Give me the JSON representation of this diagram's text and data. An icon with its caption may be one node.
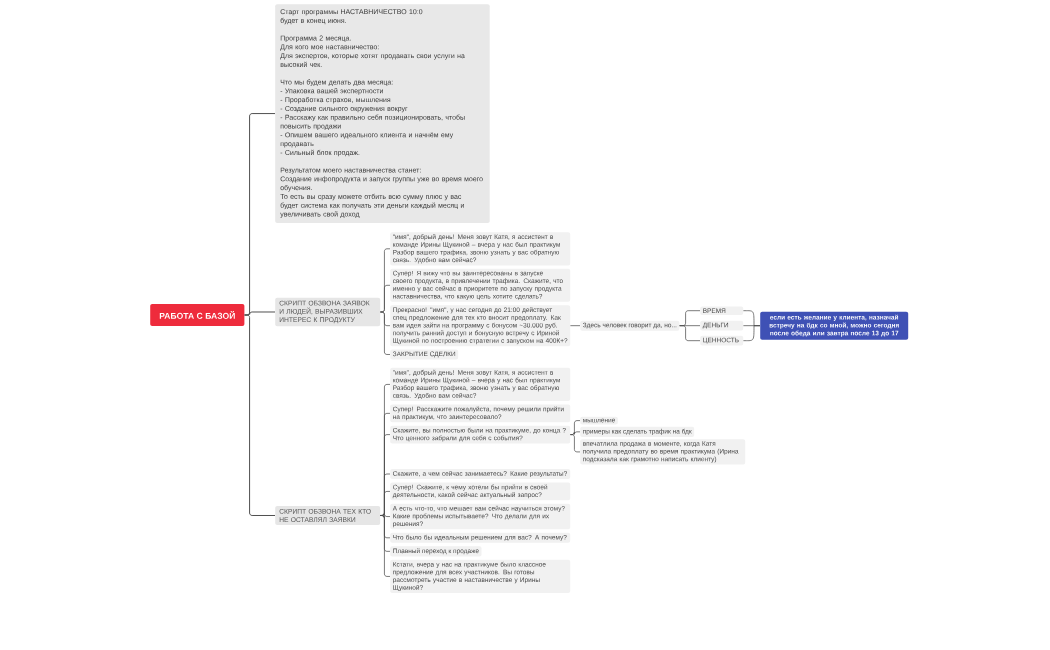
{
  "diagram": {
    "nodes": [
      {
        "text": [
          "РАБОТА С БАЗОЙ"
        ]
      },
      {
        "text": [
          "Старт программы НАСТАВНИЧЕСТВО 10:0",
          "будет в конец июня.",
          "Программа 2 месяца.",
          "Для кого мое наставничество:",
          "Для экспертов, которые хотят продавать свои услуги на высокий чек.",
          "Что мы будем делать два месяца:",
          "- Упаковка вашей экспертности",
          "- Проработка страхов, мышления",
          "- Создание сильного окружения вокруг",
          "- Расскажу как правильно себя позиционировать, чтобы повысить продажи",
          "- Опишем вашего идеального клиента и начнём ему продавать",
          "- Сильный блок продаж.",
          "Результатом моего наставничества станет:",
          "Создание инфопродукта и запуск группы уже во время моего обучения.",
          "То есть вы сразу можете отбить всю сумму плюс у вас будет система как получать эти деньги каждый месяц и увеличивать свой доход"
        ]
      },
      {
        "text": [
          "СКРИПТ ОБЗВОНА ЗАЯВОК И ЛЮДЕЙ, ВЫРАЗИВШИХ ИНТЕРЕС К ПРОДУКТУ"
        ]
      },
      {
        "text": [
          "\"имя\", добрый день! Меня зовут Катя, я ассистент в команде Ирины Щукиной – вчера у нас был практикум Разбор вашего трафика, звоню узнать у вас обратную связь. Удобно вам сейчас?"
        ]
      },
      {
        "text": [
          "Супер! Я вижу что вы заинтересованы в запуске своего продукта, в привлечении трафика. Скажите, что именно у вас сейчас в приоритете по запуску продукта наставничества, что какую цель хотите сделать?"
        ]
      },
      {
        "text": [
          "Прекрасно! \"имя\", у нас сегодня до 21:00 действует спец предложение для тех кто вносит предоплату. Как вам идея зайти на программу с бонусом ~30.000 руб. получить ранний доступ и бонусную встречу с Ириной Щукиной по построению стратегии с запуском на 400К+?"
        ]
      },
      {
        "text": [
          "ЗАКРЫТИЕ СДЕЛКИ"
        ]
      },
      {
        "text": [
          "Здесь человек говорит да, но..."
        ]
      },
      {
        "text": [
          "ВРЕМЯ"
        ]
      },
      {
        "text": [
          "ДЕНЬГИ"
        ]
      },
      {
        "text": [
          "ЦЕННОСТЬ"
        ]
      },
      {
        "text": [
          "если есть желание у клиента, назначай встречу на бдк со мной, можно сегодня после обеда или завтра после 13 до 17"
        ]
      },
      {
        "text": [
          "СКРИПТ ОБЗВОНА ТЕХ КТО НЕ ОСТАВЛЯЛ ЗАЯВКИ"
        ]
      },
      {
        "text": [
          "\"имя\", добрый день! Меня зовут Катя, я ассистент в команде Ирины Щукиной – вчера у нас был практикум Разбор вашего трафика, звоню узнать у вас обратную связь. Удобно вам сейчас?"
        ]
      },
      {
        "text": [
          "Супер! Расскажите пожалуйста, почему решили прийти на практикум, что заинтересовало?"
        ]
      },
      {
        "text": [
          "Скажите, вы полностью были на практикуме, до конца ? Что ценного забрали для себя с события?"
        ]
      },
      {
        "text": [
          "мышление"
        ]
      },
      {
        "text": [
          "примеры как сделать трафик на бдк"
        ]
      },
      {
        "text": [
          "впечатлила продажа в моменте, когда Катя получила предоплату во время практикума (Ирина подсказала как грамотно написать клиенту)"
        ]
      },
      {
        "text": [
          "Скажите, а чем сейчас занимаетесь? Какие результаты?"
        ]
      },
      {
        "text": [
          "Супер! Скажите, к чему хотели бы прийти в своей деятельности, какой сейчас актуальный запрос?"
        ]
      },
      {
        "text": [
          "А есть что-то, что мешает вам сейчас научиться этому? Какие проблемы испытываете? Что делали для их решения?"
        ]
      },
      {
        "text": [
          "Что было бы идеальным решением для вас? А почему?"
        ]
      },
      {
        "text": [
          "Плавный переход к продаже"
        ]
      },
      {
        "text": [
          "Кстати, вчера у нас на практикуме было классное предложение для всех участников. Вы готовы рассмотреть участие в наставничестве у Ирины Щукиной?"
        ]
      }
    ],
    "edges": [
      {
        "from": 0,
        "to": 1,
        "arrow": "none"
      },
      {
        "from": 0,
        "to": 2,
        "arrow": "none"
      },
      {
        "from": 0,
        "to": 12,
        "arrow": "none"
      },
      {
        "from": 2,
        "to": 3,
        "arrow": "none"
      },
      {
        "from": 2,
        "to": 4,
        "arrow": "none"
      },
      {
        "from": 2,
        "to": 5,
        "arrow": "none"
      },
      {
        "from": 2,
        "to": 6,
        "arrow": "none"
      },
      {
        "from": 5,
        "to": 7,
        "arrow": "none"
      },
      {
        "from": 7,
        "to": 8,
        "arrow": "none"
      },
      {
        "from": 7,
        "to": 9,
        "arrow": "none"
      },
      {
        "from": 7,
        "to": 10,
        "arrow": "none"
      },
      {
        "from": 8,
        "to": 11,
        "arrow": "none"
      },
      {
        "from": 9,
        "to": 11,
        "arrow": "none"
      },
      {
        "from": 10,
        "to": 11,
        "arrow": "none"
      },
      {
        "from": 12,
        "to": 13,
        "arrow": "none"
      },
      {
        "from": 12,
        "to": 14,
        "arrow": "none"
      },
      {
        "from": 12,
        "to": 15,
        "arrow": "none"
      },
      {
        "from": 15,
        "to": 16,
        "arrow": "none"
      },
      {
        "from": 15,
        "to": 17,
        "arrow": "none"
      },
      {
        "from": 15,
        "to": 18,
        "arrow": "none"
      },
      {
        "from": 12,
        "to": 19,
        "arrow": "none"
      },
      {
        "from": 12,
        "to": 20,
        "arrow": "none"
      },
      {
        "from": 12,
        "to": 21,
        "arrow": "none"
      },
      {
        "from": 12,
        "to": 22,
        "arrow": "none"
      },
      {
        "from": 12,
        "to": 23,
        "arrow": "none"
      },
      {
        "from": 12,
        "to": 24,
        "arrow": "none"
      }
    ]
  }
}
